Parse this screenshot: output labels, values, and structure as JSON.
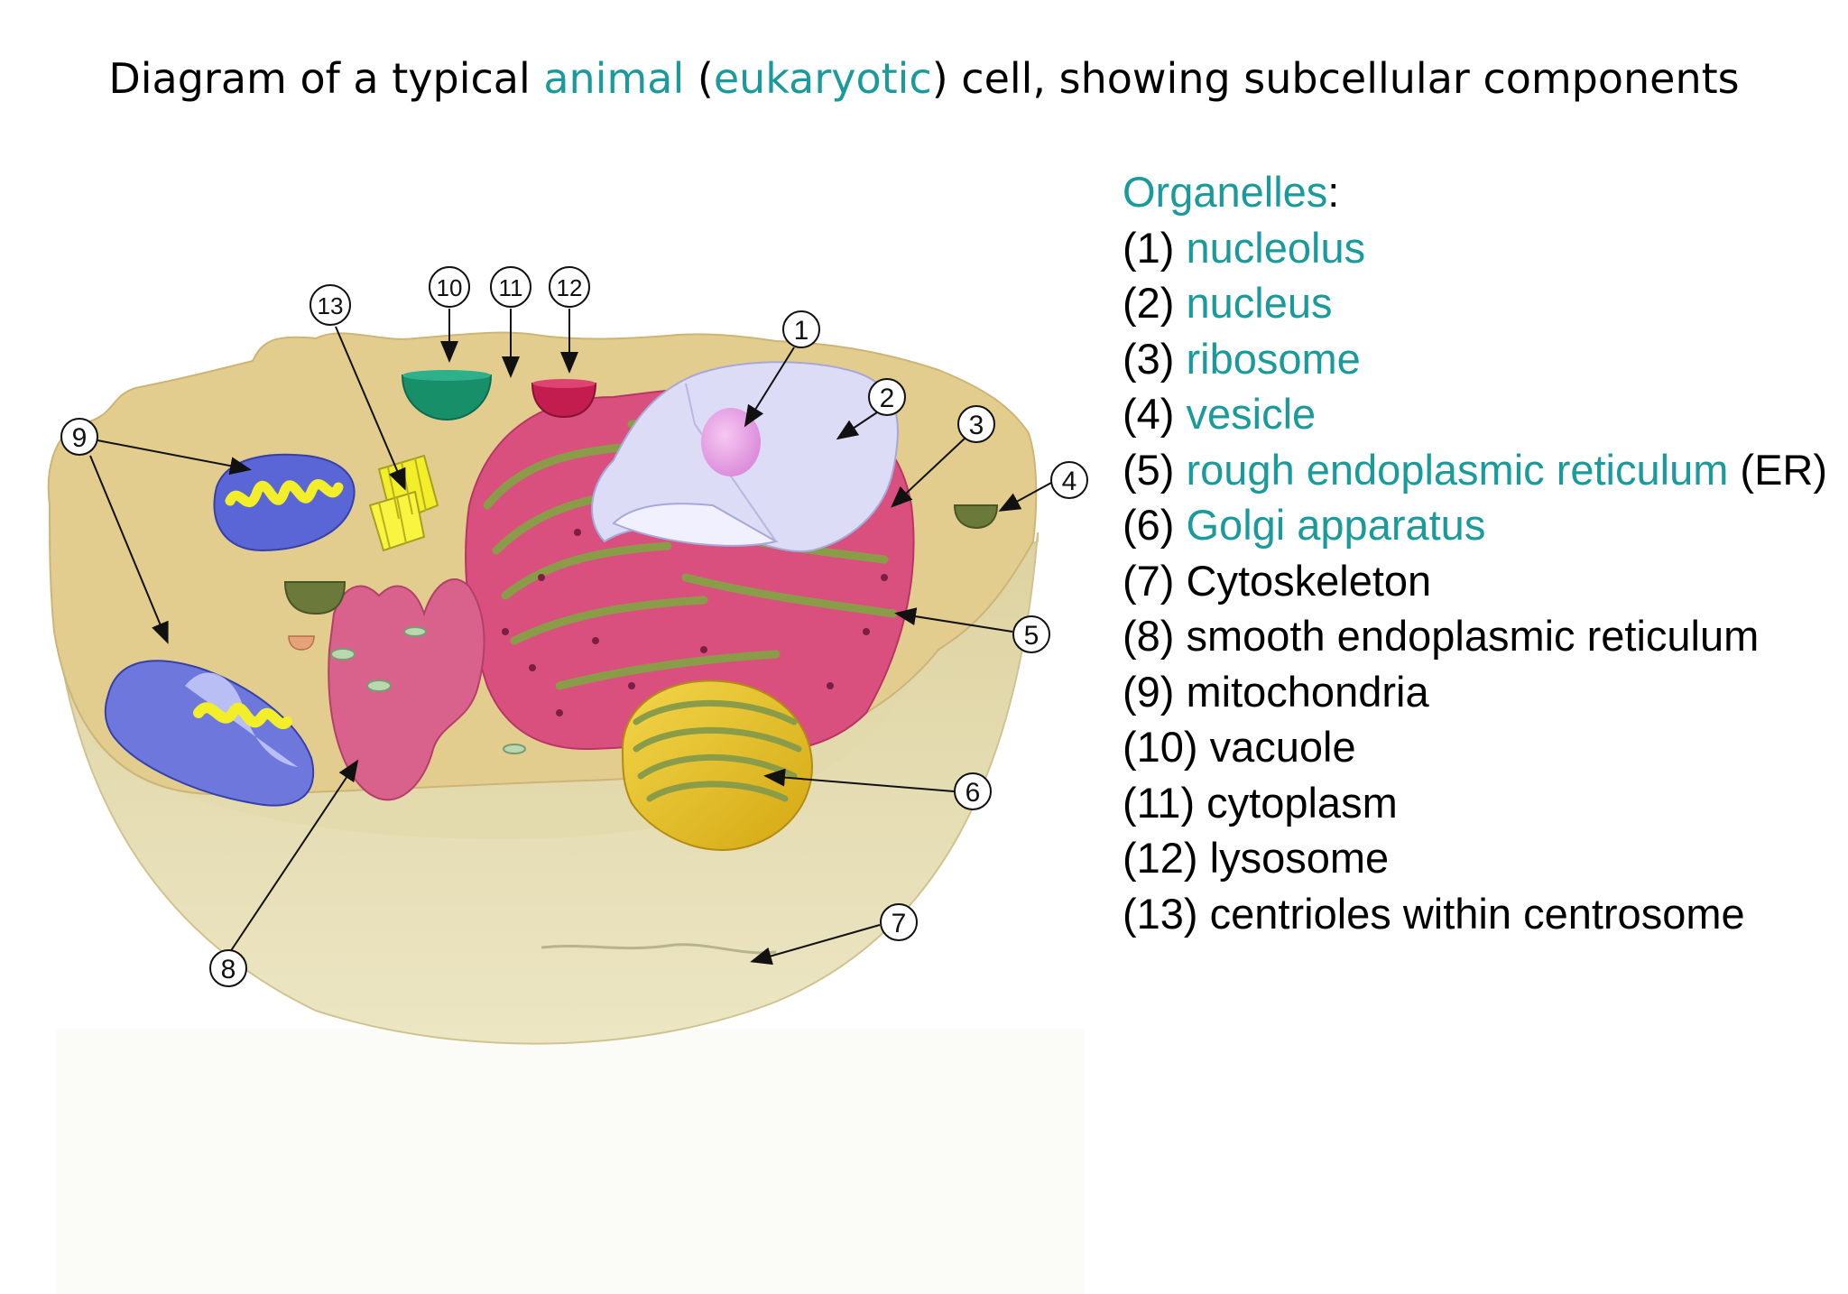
{
  "title": {
    "part1": "Diagram of a typical ",
    "animal": "animal",
    "part2": " (",
    "eukaryotic": "eukaryotic",
    "part3": ") cell, showing subcellular components"
  },
  "legend": {
    "heading": "Organelles",
    "heading_suffix": ":",
    "items": [
      {
        "num": "(1) ",
        "name": "nucleolus",
        "suffix": ""
      },
      {
        "num": "(2) ",
        "name": "nucleus",
        "suffix": ""
      },
      {
        "num": "(3) ",
        "name": "ribosome",
        "suffix": ""
      },
      {
        "num": "(4) ",
        "name": "vesicle",
        "suffix": ""
      },
      {
        "num": "(5) ",
        "name": "rough endoplasmic reticulum",
        "suffix": " (ER)"
      },
      {
        "num": "(6) ",
        "name": "Golgi apparatus",
        "suffix": ""
      },
      {
        "num": "(7) ",
        "name": "Cytoskeleton",
        "suffix": ""
      },
      {
        "num": "(8) ",
        "name": "smooth endoplasmic reticulum",
        "suffix": ""
      },
      {
        "num": "(9) ",
        "name": "mitochondria",
        "suffix": ""
      },
      {
        "num": "(10) ",
        "name": "vacuole",
        "suffix": ""
      },
      {
        "num": "(11) ",
        "name": "cytoplasm",
        "suffix": ""
      },
      {
        "num": "(12) ",
        "name": "lysosome",
        "suffix": ""
      },
      {
        "num": "(13) ",
        "name": "centrioles within centrosome",
        "suffix": ""
      }
    ]
  },
  "callouts": [
    "1",
    "2",
    "3",
    "4",
    "5",
    "6",
    "7",
    "8",
    "9",
    "10",
    "11",
    "12",
    "13"
  ],
  "colors": {
    "accent": "#1a9a9a",
    "cytoplasm_top": "#e2cd8f",
    "cell_body": "#e8e0b0",
    "rough_er": "#d9507f",
    "golgi": "#e6c01a",
    "nucleus": "#dcdcf7",
    "mitochondria": "#5a66d6",
    "vacuole": "#17906a",
    "lysosome": "#c21d4e",
    "vesicle": "#6b7a3a"
  }
}
